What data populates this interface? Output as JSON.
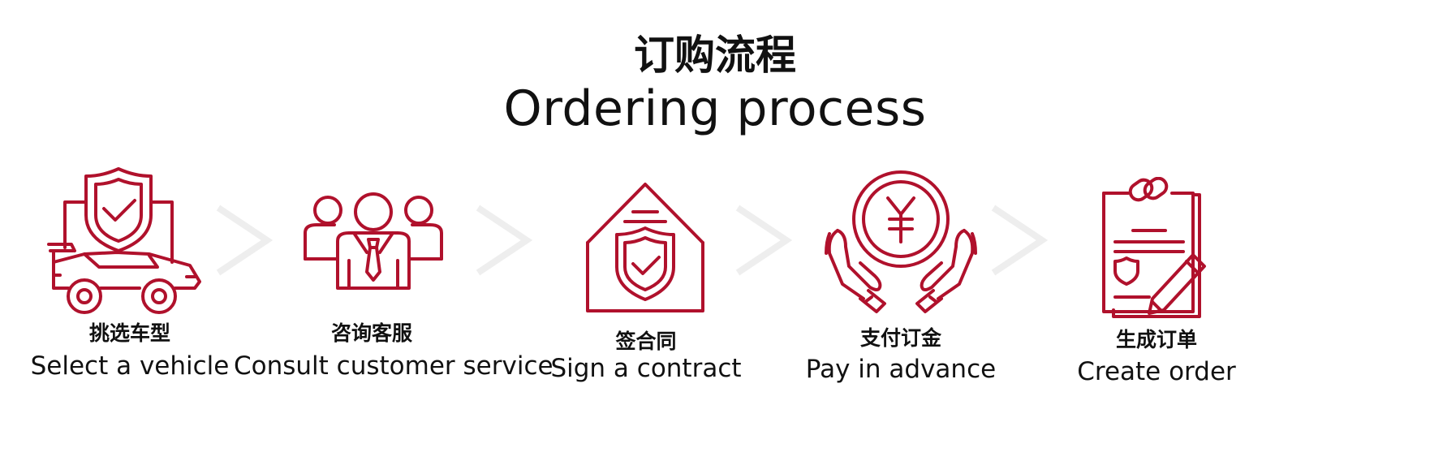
{
  "title": {
    "zh": "订购流程",
    "en": "Ordering process"
  },
  "steps": [
    {
      "zh": "挑选车型",
      "en": "Select a vehicle",
      "icon": "car-shield-icon"
    },
    {
      "zh": "咨询客服",
      "en": "Consult customer service",
      "icon": "people-group-icon"
    },
    {
      "zh": "签合同",
      "en": "Sign a contract",
      "icon": "house-shield-icon"
    },
    {
      "zh": "支付订金",
      "en": "Pay in advance",
      "icon": "hands-yen-coin-icon"
    },
    {
      "zh": "生成订单",
      "en": "Create order",
      "icon": "document-pen-icon"
    }
  ],
  "colors": {
    "accent": "#B0112C",
    "arrow": "#EEEEEE",
    "text": "#111111"
  }
}
